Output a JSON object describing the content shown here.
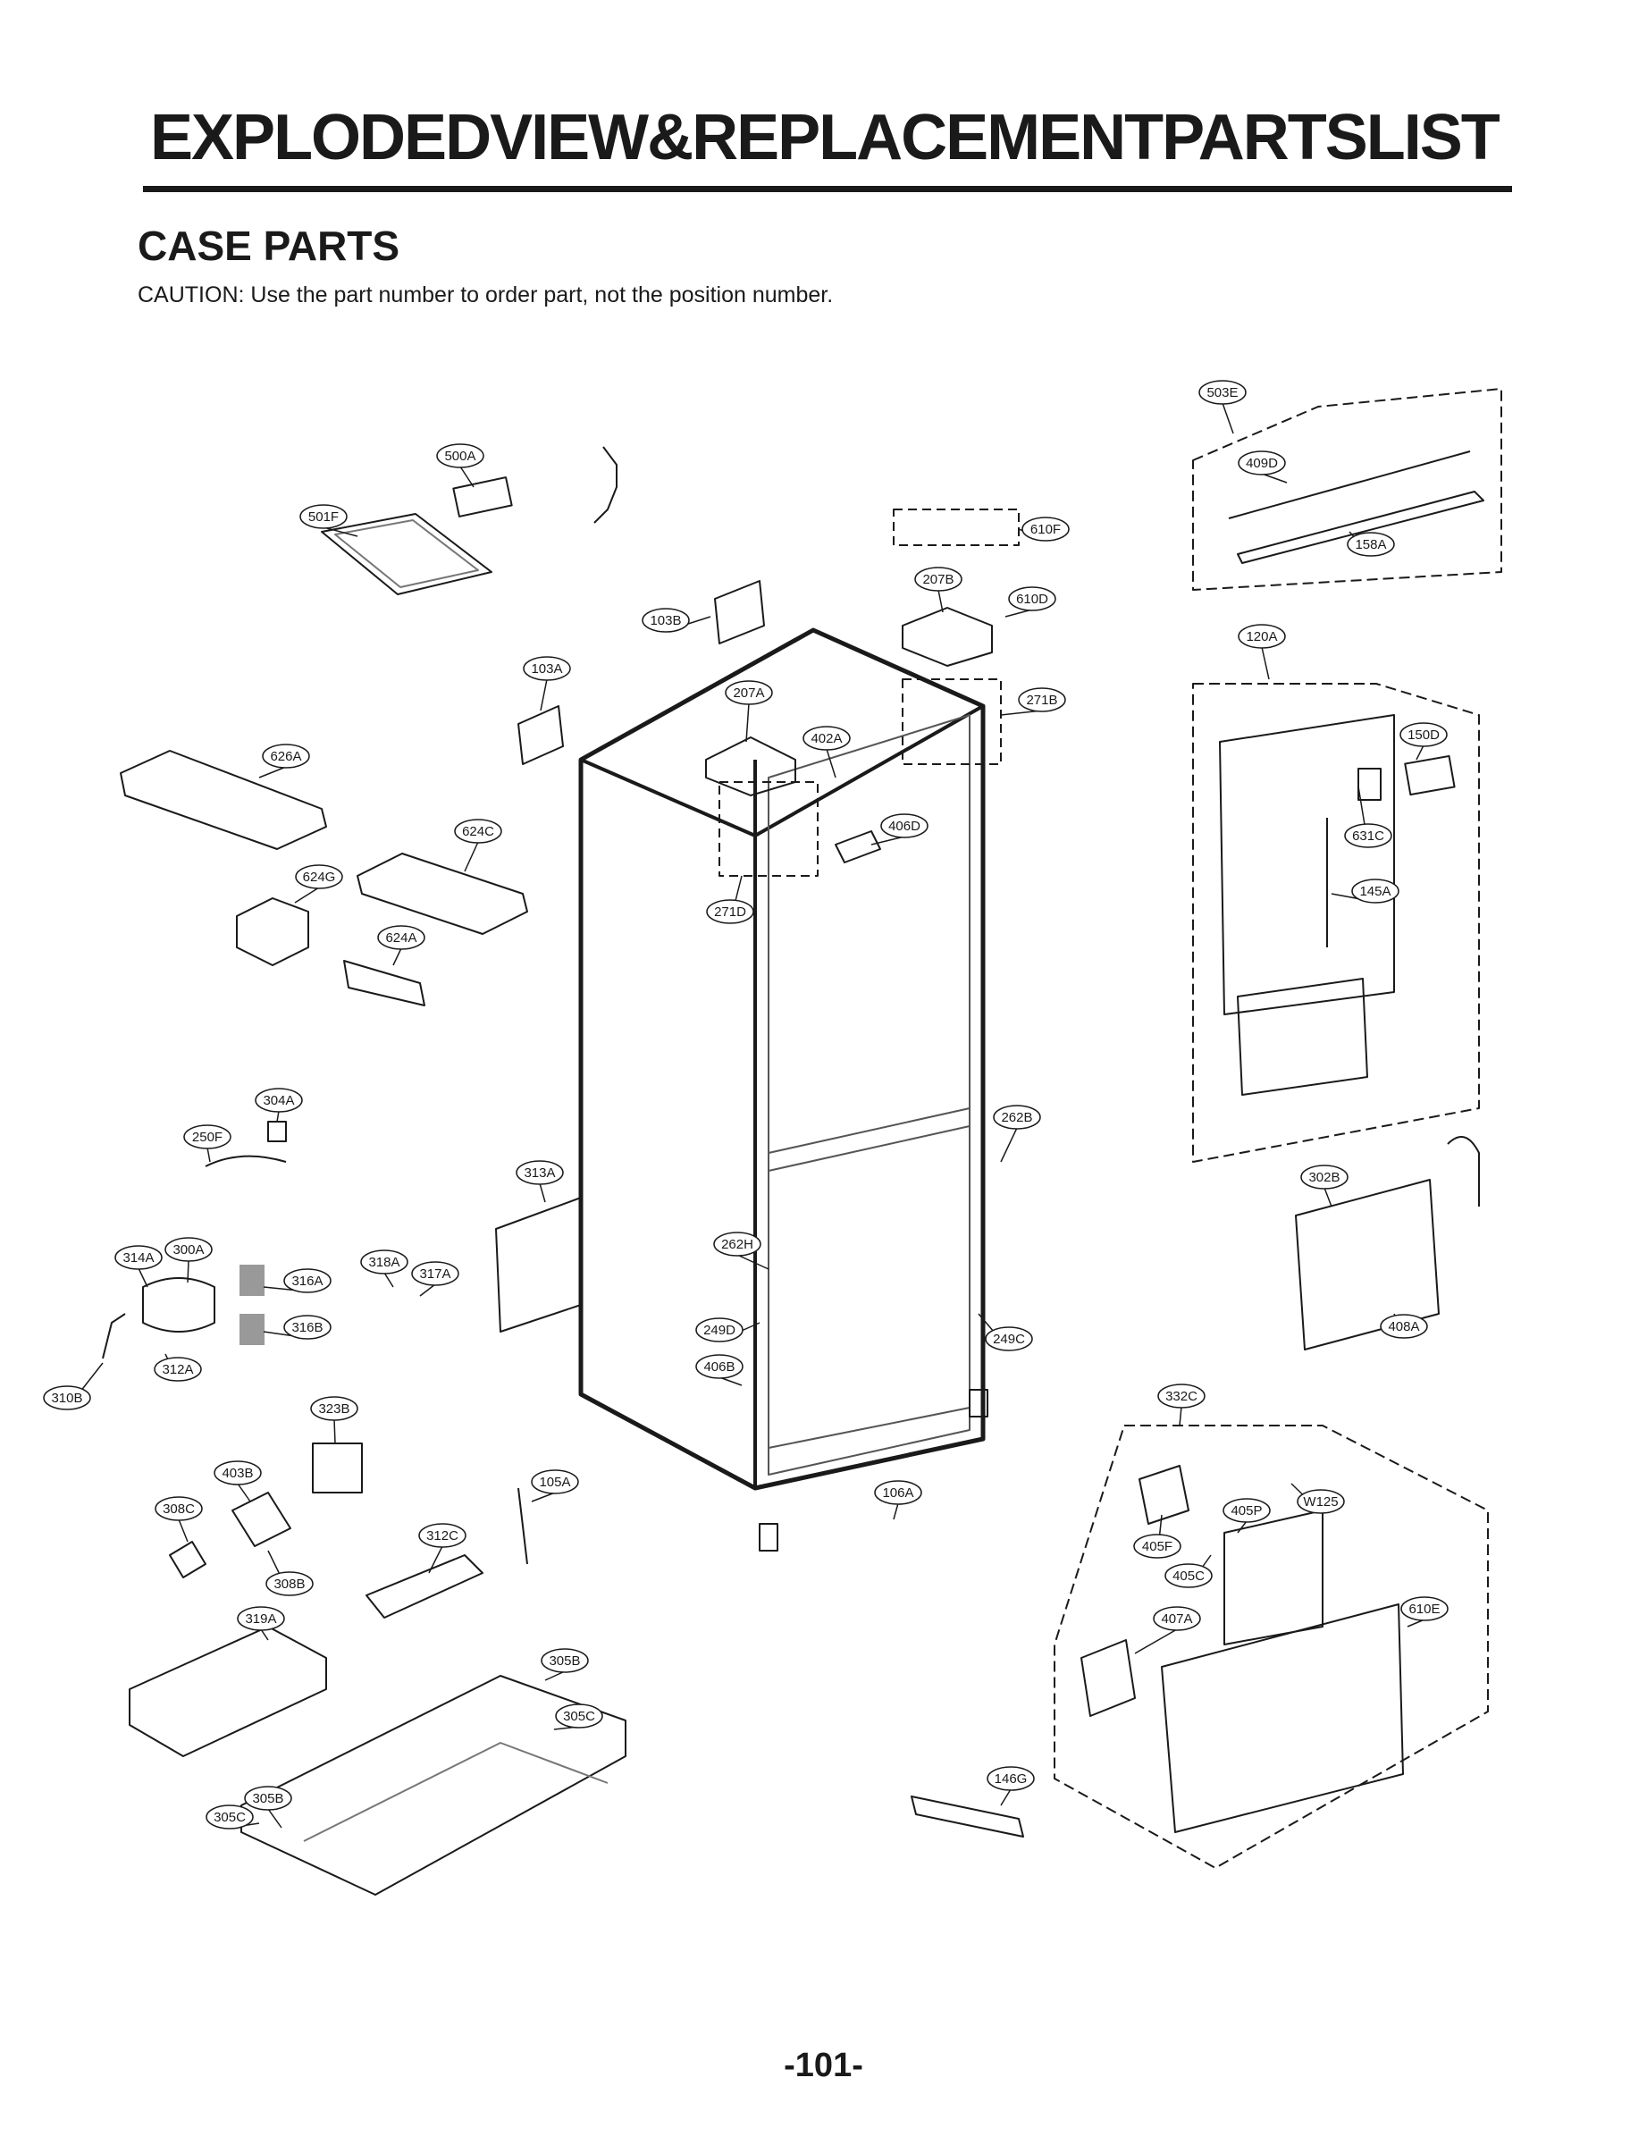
{
  "header": {
    "title": "EXPLODEDVIEW&REPLACEMENTPARTSLIST",
    "section": "CASE PARTS",
    "caution": "CAUTION: Use the part number to order part, not the position number."
  },
  "footer": {
    "page_number": "-101-"
  },
  "callouts": [
    "500A",
    "501F",
    "103B",
    "103A",
    "207B",
    "610F",
    "610D",
    "207A",
    "402A",
    "271B",
    "271D",
    "406D",
    "503E",
    "409D",
    "158A",
    "120A",
    "150D",
    "631C",
    "145A",
    "626A",
    "624C",
    "624G",
    "624A",
    "304A",
    "250F",
    "313A",
    "262B",
    "302B",
    "408A",
    "262H",
    "249D",
    "249C",
    "406B",
    "314A",
    "300A",
    "316A",
    "316B",
    "318A",
    "317A",
    "312A",
    "310B",
    "323B",
    "403B",
    "308C",
    "308B",
    "105A",
    "312C",
    "106A",
    "319A",
    "305B",
    "305C",
    "305B",
    "305C",
    "332C",
    "W125",
    "405P",
    "405F",
    "405C",
    "407A",
    "610E",
    "146G"
  ]
}
